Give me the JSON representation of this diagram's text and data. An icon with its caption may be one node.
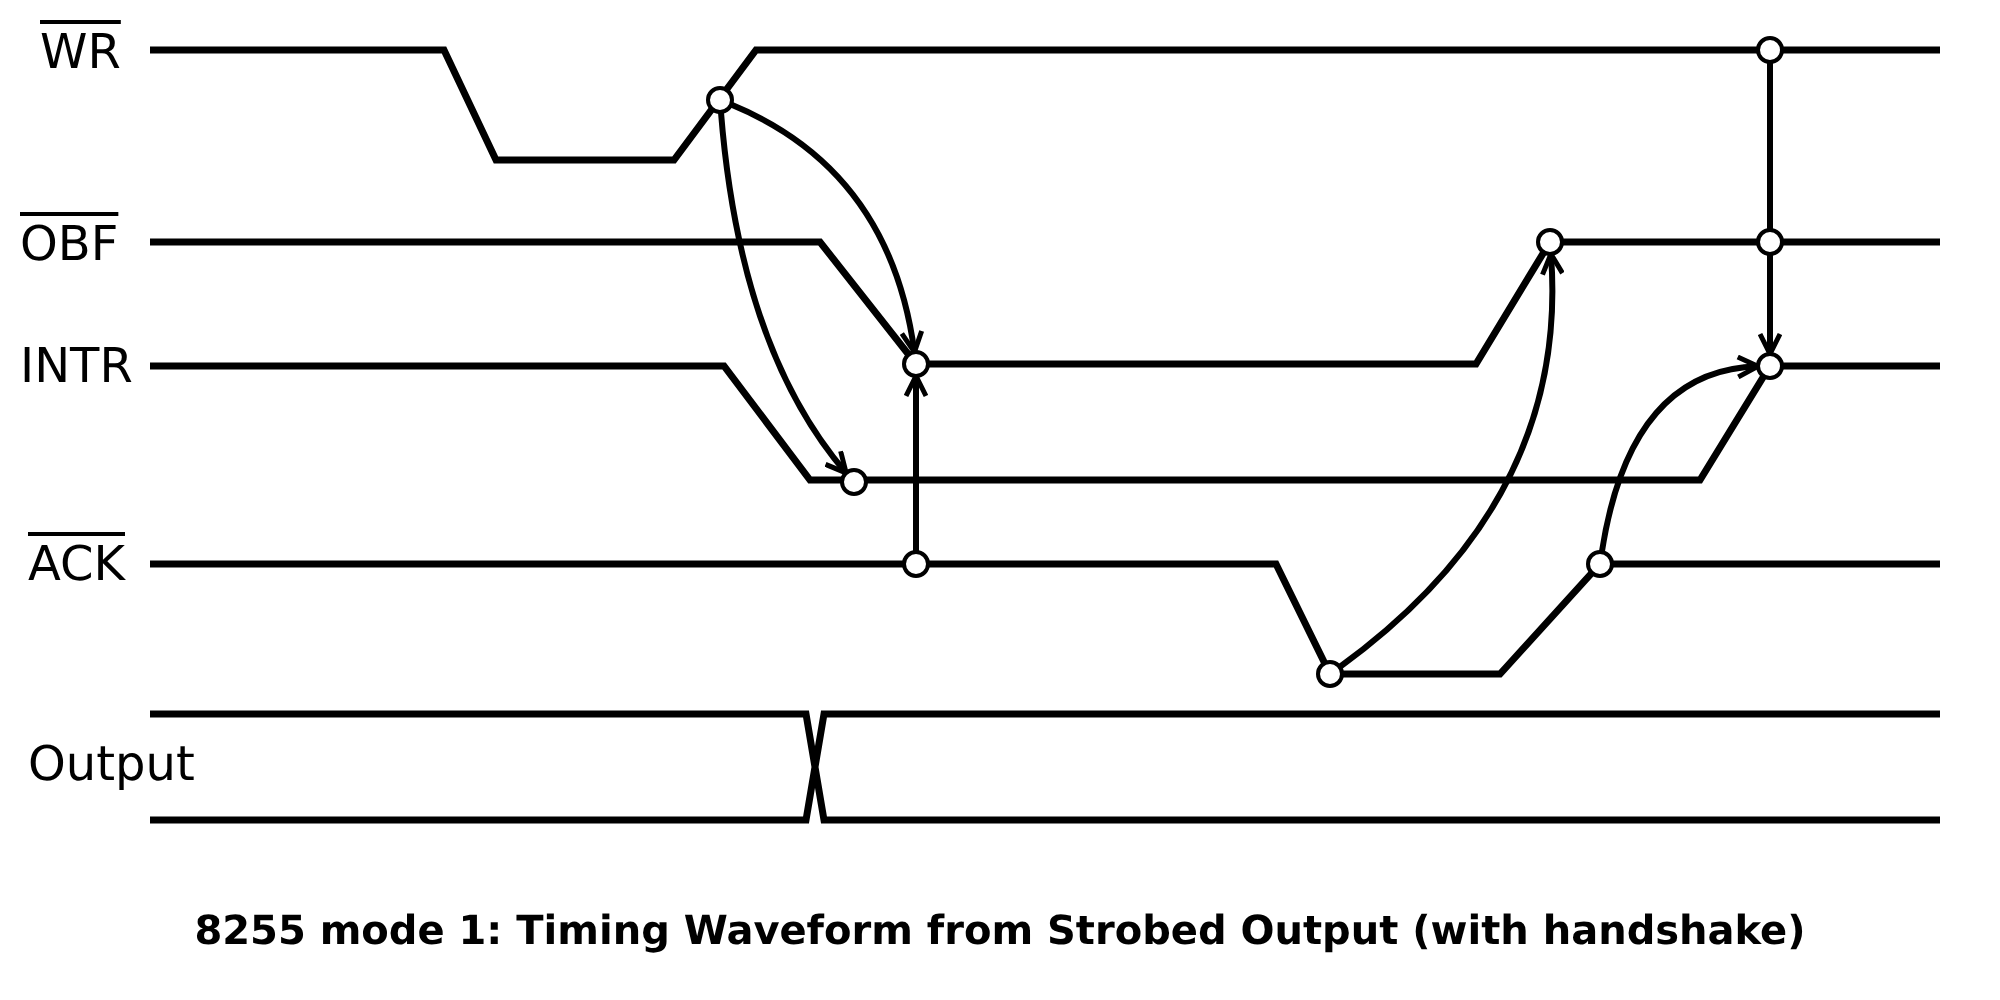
{
  "diagram": {
    "caption": "8255 mode 1: Timing Waveform from Strobed Output (with handshake)",
    "nodes": [
      {
        "text": [],
        "shape": "circle"
      },
      {
        "text": [],
        "shape": "circle"
      },
      {
        "text": [],
        "shape": "circle"
      },
      {
        "text": [],
        "shape": "circle"
      },
      {
        "text": [],
        "shape": "circle"
      },
      {
        "text": [],
        "shape": "circle"
      },
      {
        "text": [],
        "shape": "circle"
      },
      {
        "text": [],
        "shape": "circle"
      },
      {
        "text": [],
        "shape": "circle"
      },
      {
        "text": [],
        "shape": "circle"
      }
    ],
    "edges": [
      {
        "from": 0,
        "to": 4,
        "arrow": "to"
      },
      {
        "from": 0,
        "to": 6,
        "arrow": "to"
      },
      {
        "from": 7,
        "to": 4,
        "arrow": "to"
      },
      {
        "from": 9,
        "to": 2,
        "arrow": "to"
      },
      {
        "from": 8,
        "to": 5,
        "arrow": "to"
      },
      {
        "from": 1,
        "to": 3,
        "arrow": "none"
      },
      {
        "from": 3,
        "to": 5,
        "arrow": "to"
      }
    ],
    "labels": [
      "WR",
      "OBF",
      "INTR",
      "ACK",
      "Output"
    ]
  }
}
